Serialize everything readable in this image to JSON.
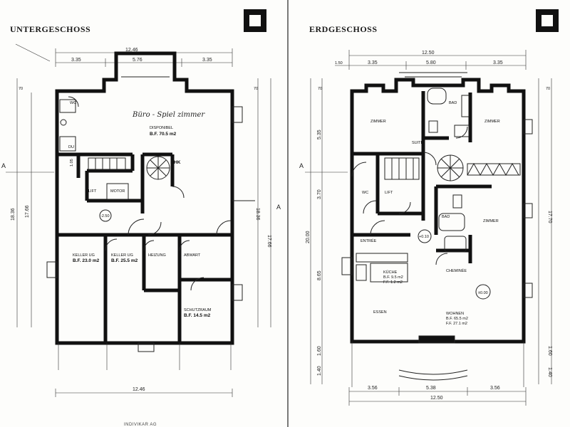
{
  "plans": {
    "left": {
      "title": "UNTERGESCHOSS",
      "dims": {
        "top_total": "12.46",
        "top_left": "3.35",
        "top_mid": "5.76",
        "top_right": "3.35",
        "bottom_total": "12.46",
        "side_70": "70",
        "side_1766_left": "17.66",
        "side_1836_left": "18.36",
        "side_1836_right": "18.36",
        "side_1766_right": "17.66",
        "side_70_right": "70",
        "small_105": "1.05"
      },
      "rooms": {
        "handwritten": "Büro - Spiel zimmer",
        "disponibel": "DISPONIBEL",
        "disponibel_area": "B.F. 70.5 m2",
        "wc": "WC",
        "du": "DU",
        "lift": "LIFT",
        "motor": "MOTOR",
        "hk": "HK",
        "level": "-2.50",
        "keller_a": "KELLER UG",
        "keller_a_area": "B.F. 23.0 m2",
        "keller_b": "KELLER UG",
        "keller_b_area": "B.F. 25.5 m2",
        "heizung": "HEIZUNG",
        "abwart": "ABWART",
        "schutzraum": "SCHUTZRAUM",
        "schutzraum_area": "B.F. 14.5 m2"
      }
    },
    "right": {
      "title": "ERDGESCHOSS",
      "dims": {
        "top_total": "12.50",
        "top_a": "1.50",
        "top_b": "3.35",
        "top_c": "5.80",
        "top_d": "3.35",
        "bottom_a": "3.56",
        "bottom_b": "5.38",
        "bottom_c": "3.56",
        "bottom_total": "12.50",
        "left_70": "70",
        "left_535": "5.35",
        "left_370": "3.70",
        "left_2000": "20.00",
        "left_865": "8.65",
        "left_160": "1.60",
        "left_140": "1.40",
        "right_70": "70",
        "right_1770": "17.70",
        "right_160": "1.60",
        "right_140": "1.40"
      },
      "rooms": {
        "zimmer_a": "ZIMMER",
        "zimmer_b": "ZIMMER",
        "bad_a": "BAD",
        "suite": "SUITE",
        "wc": "WC",
        "lift": "LIFT",
        "bad_b": "BAD",
        "zimmer_c": "ZIMMER",
        "entree": "ENTRÉE",
        "level": "+0.10",
        "kueche": "KÜCHE",
        "kueche_bf": "B.F. 9.5 m2",
        "kueche_ff": "F.F. 1.2 m2",
        "cheminee": "CHEMINÉE",
        "essen": "ESSEN",
        "wohnen": "WOHNEN",
        "wohnen_bf": "B.F. 65.5 m2",
        "wohnen_ff": "F.F. 27.1 m2",
        "circle_level": "±0.00"
      }
    }
  },
  "footer": "INDIVIKAR AG",
  "section_marks": {
    "left_a": "A",
    "right_a": "A"
  }
}
